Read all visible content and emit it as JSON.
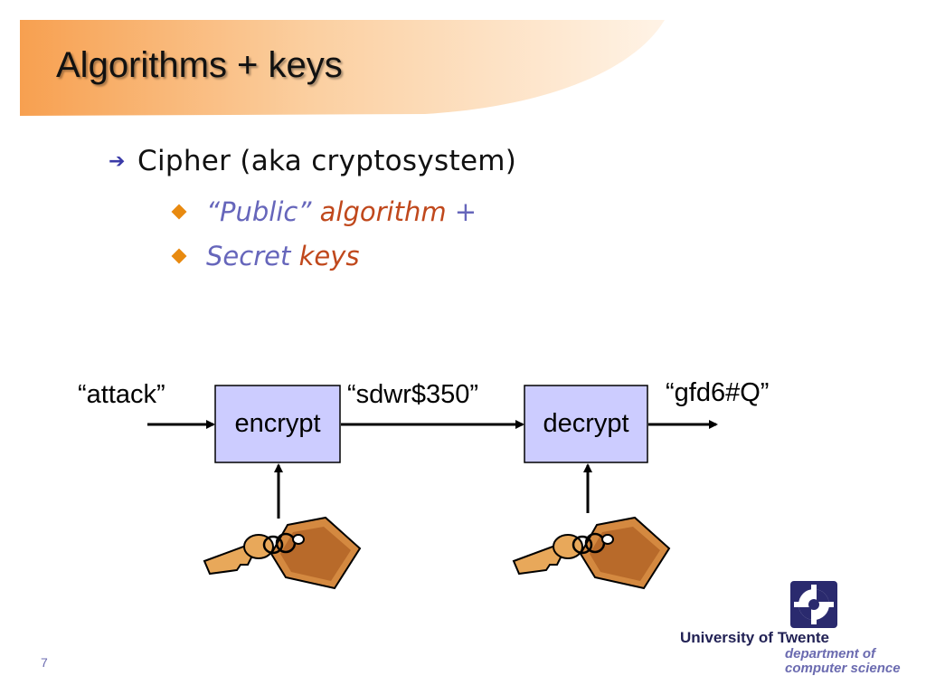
{
  "slide": {
    "title": "Algorithms + keys",
    "page_number": "7"
  },
  "bullets": {
    "level1": "Cipher (aka cryptosystem)",
    "item1": {
      "public": "“Public”",
      "algorithm": "algorithm",
      "plus": "+"
    },
    "item2": {
      "secret": "Secret",
      "keys": "keys"
    }
  },
  "diagram": {
    "plaintext": "“attack”",
    "ciphertext": "“sdwr$350”",
    "output": "“gfd6#Q”",
    "encrypt_label": "encrypt",
    "decrypt_label": "decrypt",
    "box_color": "#ccccff",
    "left_key_icon": "key-ring-icon",
    "right_key_icon": "key-ring-icon"
  },
  "logo": {
    "university": "University of Twente",
    "department_line1": "department of",
    "department_line2": "computer science"
  },
  "colors": {
    "banner_orange": "#f7a050",
    "bullet_arrow": "#3a3aa8",
    "diamond": "#e88a10",
    "blue_text": "#6666bb",
    "red_text": "#c0481c"
  }
}
